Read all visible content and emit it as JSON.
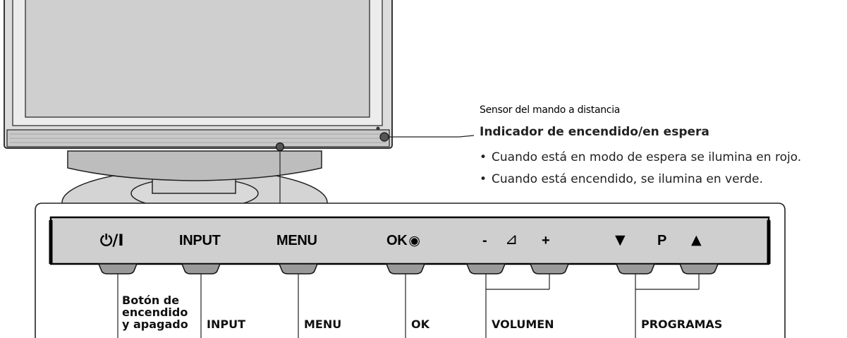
{
  "callouts": {
    "sensor": "Sensor del mando a distancia",
    "indicator": "Indicador de encendido/en espera",
    "bullets": [
      "Cuando está en modo de espera se ilumina en rojo.",
      "Cuando está encendido, se ilumina en verde."
    ],
    "bullet_symbol": "•"
  },
  "panel": {
    "power_symbol": "⏻/I",
    "input": "INPUT",
    "menu": "MENU",
    "ok": "OK",
    "ok_symbol": "◉",
    "vol_minus": "-",
    "vol_symbol": "⊿",
    "vol_plus": "+",
    "prog_down": "▼",
    "prog_p": "P",
    "prog_up": "▲"
  },
  "button_labels": {
    "power_line1": "Botón de",
    "power_line2": "encendido",
    "power_line3": "y apagado",
    "input": "INPUT",
    "menu": "MENU",
    "ok": "OK",
    "volume": "VOLUMEN",
    "programs": "PROGRAMAS"
  },
  "colors": {
    "tv_body": "#d9d9d9",
    "tv_screen": "#c8c8c8",
    "panel_face": "#cfcfcf",
    "button": "#9a9a9a",
    "indicator_led": "#5a5a5a"
  }
}
